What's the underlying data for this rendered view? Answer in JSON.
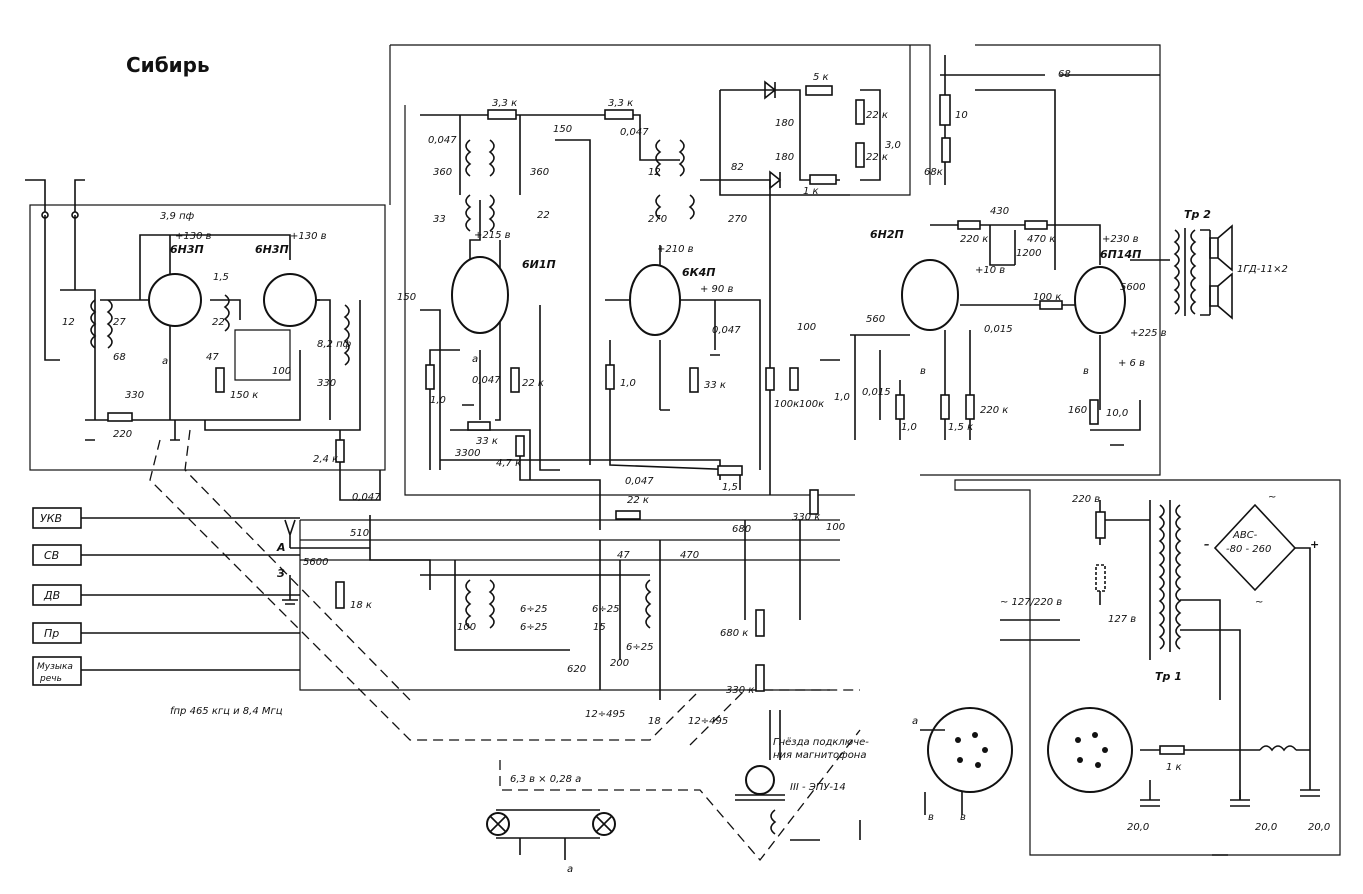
{
  "title": "Сибирь",
  "band_switch": {
    "labels": [
      "УКВ",
      "СВ",
      "ДВ",
      "Пр"
    ],
    "mode_line1": "Музыка",
    "mode_line2": "речь"
  },
  "tubes": {
    "v1": "6Н3П",
    "v2": "6Н3П",
    "v3": "6И1П",
    "v4": "6К4П",
    "v5": "6Н2П",
    "v6": "6П14П"
  },
  "voltages": {
    "v1": "+130 в",
    "v2": "+130 в",
    "v3": "+215 в",
    "v4": "+210 в",
    "v4_grid": "+ 90 в",
    "v5": "+10 в",
    "v6": "+230 в",
    "v6_screen": "+225 в",
    "v6_cathode": "+ 6 в"
  },
  "components": {
    "c_3_9": "3,9 пф",
    "c_1_5": "1,5",
    "c_12": "12",
    "c_27": "27",
    "c_68": "68",
    "c_330": "330",
    "r_220": "220",
    "c_22": "22",
    "c_47": "47",
    "r_150k": "150 к",
    "c_100": "100",
    "c_8_2": "8,2 пф",
    "c_330b": "330",
    "r_2_4k": "2,4 к",
    "c_0_047": "0,047",
    "r_3_3k_a": "3,3 к",
    "r_3_3k_b": "3,3 к",
    "c_0_047_a": "0,047",
    "c_0_047_b": "0,047",
    "c_360_a": "360",
    "c_360_b": "360",
    "c_33": "33",
    "c_22b": "22",
    "c_150s": "150",
    "c_12b": "12",
    "c_270_a": "270",
    "c_270_b": "270",
    "c_82": "82",
    "r_5k": "5 к",
    "c_180_a": "180",
    "c_180_b": "180",
    "r_22k_a": "22 к",
    "r_22k_b": "22 к",
    "c_3_0": "3,0",
    "r_1k": "1 к",
    "c_68b": "68",
    "r_10": "10",
    "r_68k": "68к",
    "c_150b": "150",
    "r_1_0_a": "1,0",
    "c_0_047c": "0,047",
    "r_22k_c": "22 к",
    "r_33k": "33 к",
    "c_3300": "3300",
    "r_4_7k": "4,7 к",
    "r_1_0_b": "1,0",
    "r_33k_b": "33 к",
    "c_0_047d": "0,047",
    "r_1_5": "1,5",
    "c_0_047e": "0,047",
    "r_22k_d": "22 к",
    "r_100k_a": "100к",
    "r_100k_b": "100к",
    "c_100s": "100",
    "c_560": "560",
    "r_1_0_c": "1,0",
    "c_0_015": "0,015",
    "r_1_0_d": "1,0",
    "r_430": "430",
    "r_220k": "220 к",
    "c_1200": "1200",
    "r_470k": "470 к",
    "c_0_015b": "0,015",
    "r_100k_c": "100 к",
    "r_1_5k": "1,5 к",
    "r_220k_b": "220 к",
    "c_5600": "5600",
    "r_160": "160",
    "c_10": "10,0",
    "c_680": "680",
    "r_330k": "330 к",
    "c_100b": "100",
    "c_470": "470",
    "r_18k": "18 к",
    "c_510": "510",
    "c_5600b": "5600",
    "c_100c": "100",
    "c_6_25a": "6÷25",
    "c_6_25b": "6÷25",
    "c_6_25c": "6÷25",
    "c_6_25d": "6÷25",
    "c_15": "15",
    "c_47b": "47",
    "c_200": "200",
    "c_620": "620",
    "c_12_495a": "12÷495",
    "c_12_495b": "12÷495",
    "c_18": "18",
    "r_680k": "680 к",
    "r_330kb": "330 к"
  },
  "output": {
    "transformer": "Тр 2",
    "speaker": "1ГД-11×2"
  },
  "power": {
    "transformer": "Тр 1",
    "rectifier_1": "АВС-",
    "rectifier_2": "-80 - 260",
    "v220": "220 в",
    "v127": "127 в",
    "mains": "~ 127/220 в",
    "resistor": "1 к",
    "c1": "20,0",
    "c2": "20,0",
    "c3": "20,0",
    "tilde_1": "~",
    "tilde_2": "~",
    "plus": "+",
    "minus": "–"
  },
  "antenna": {
    "a": "А",
    "z": "З"
  },
  "notes": {
    "if_freq": "fпр 465 кгц и 8,4 Мгц",
    "lamp": "6,3 в × 0,28 а",
    "tape_1": "Гнёзда подключе-",
    "tape_2": "ния магнитофона",
    "pickup": "III - ЭПУ-14"
  },
  "nodes": {
    "a1": "а",
    "a2": "а",
    "a3": "а",
    "a4": "а",
    "b1": "в",
    "b2": "в",
    "b3": "в",
    "b4": "в"
  }
}
